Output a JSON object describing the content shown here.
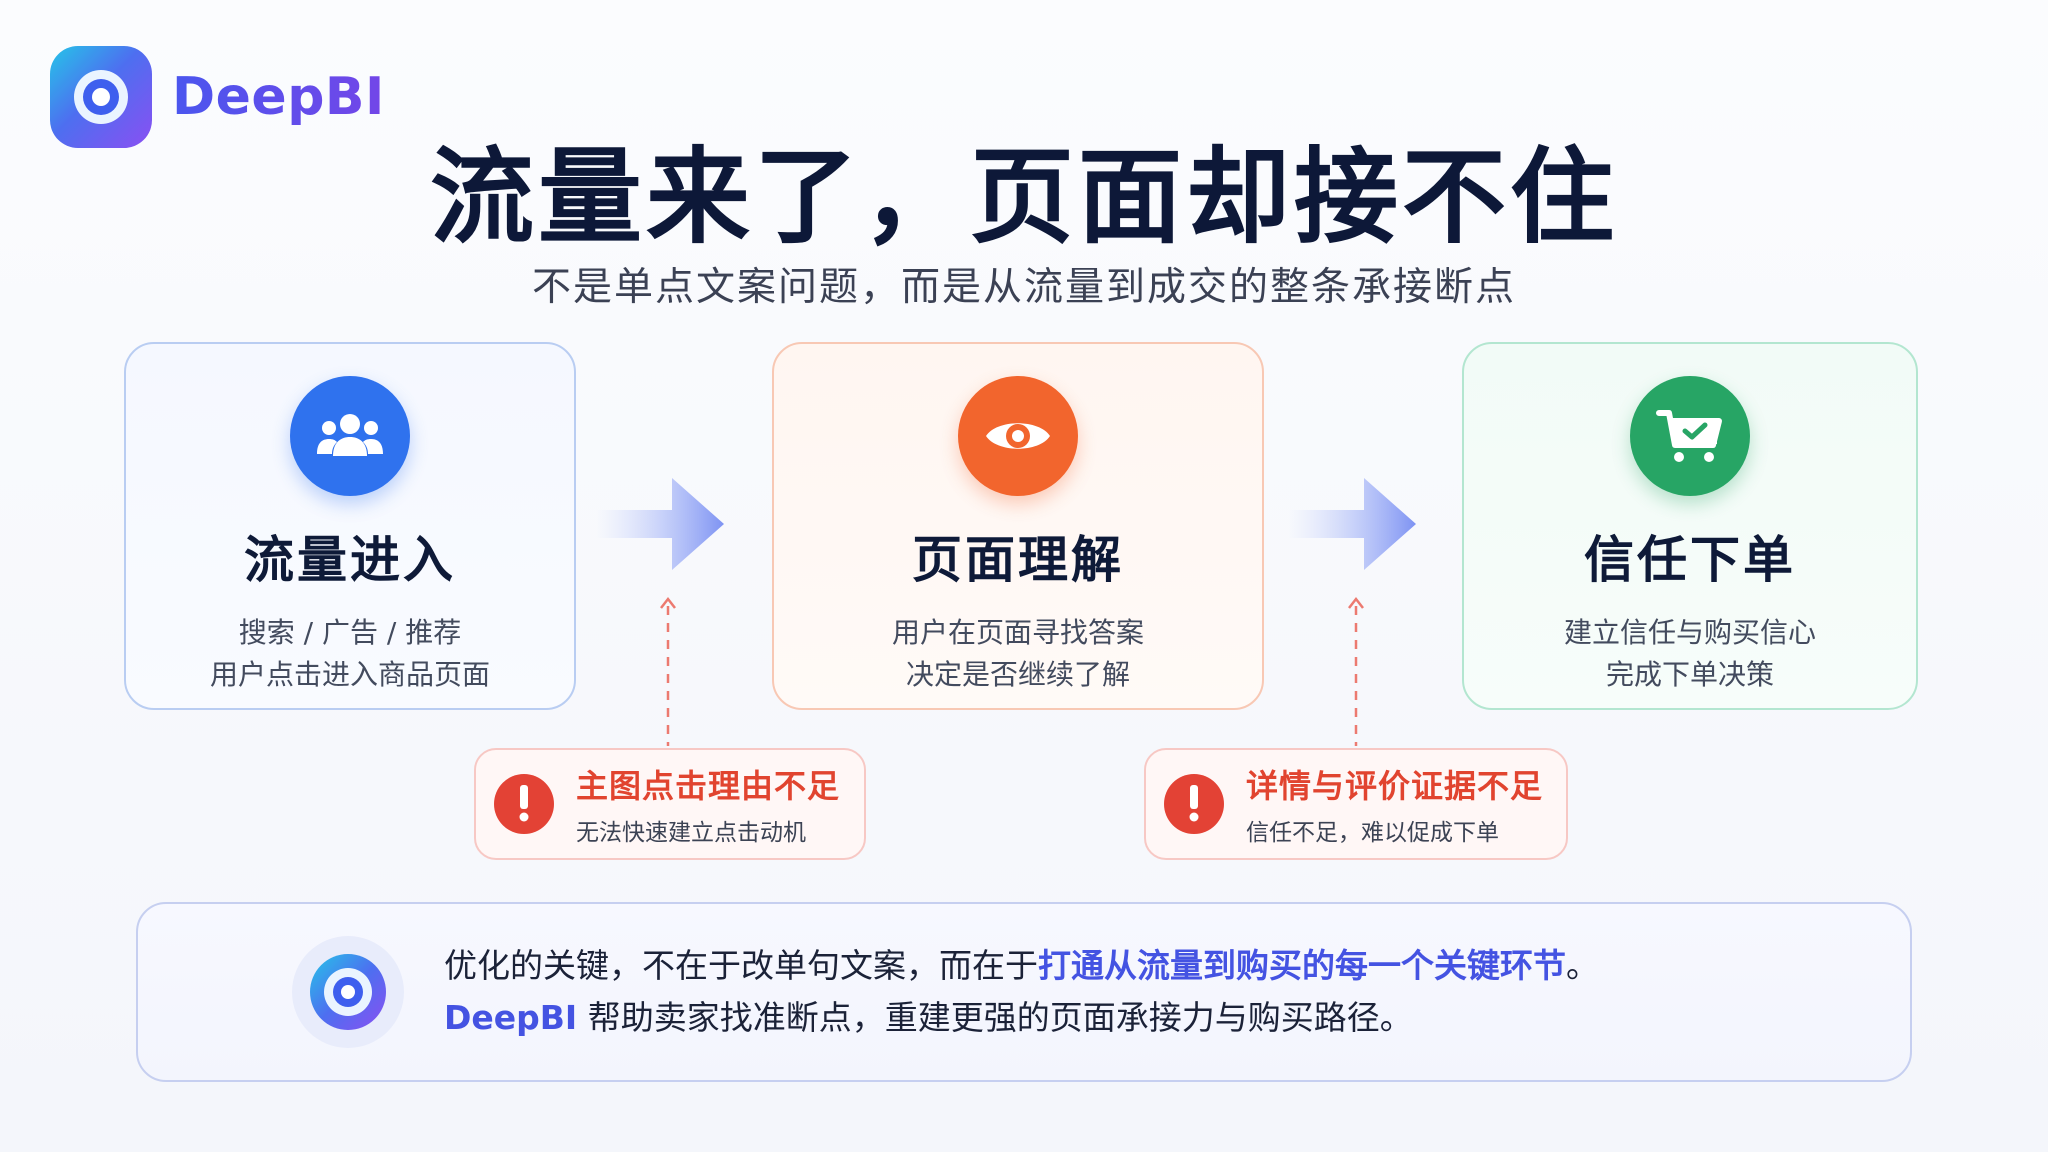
{
  "logo": {
    "text": "DeepBI"
  },
  "title": "流量来了，页面却接不住",
  "subtitle": "不是单点文案问题，而是从流量到成交的整条承接断点",
  "cards": [
    {
      "title": "流量进入",
      "line1": "搜索 / 广告 / 推荐",
      "line2": "用户点击进入商品页面",
      "icon": "users-icon",
      "color": "#2f72ee"
    },
    {
      "title": "页面理解",
      "line1": "用户在页面寻找答案",
      "line2": "决定是否继续了解",
      "icon": "eye-icon",
      "color": "#f2652d"
    },
    {
      "title": "信任下单",
      "line1": "建立信任与购买信心",
      "line2": "完成下单决策",
      "icon": "cart-check-icon",
      "color": "#27a565"
    }
  ],
  "problems": [
    {
      "title": "主图点击理由不足",
      "desc": "无法快速建立点击动机"
    },
    {
      "title": "详情与评价证据不足",
      "desc": "信任不足，难以促成下单"
    }
  ],
  "summary": {
    "line1_prefix": "优化的关键，不在于改单句文案，而在于",
    "line1_highlight": "打通从流量到购买的每一个关键环节",
    "line1_suffix": "。",
    "line2_brand": "DeepBI",
    "line2_rest": " 帮助卖家找准断点，重建更强的页面承接力与购买路径。"
  },
  "colors": {
    "accent": "#4453e2",
    "warning": "#e1442f"
  }
}
